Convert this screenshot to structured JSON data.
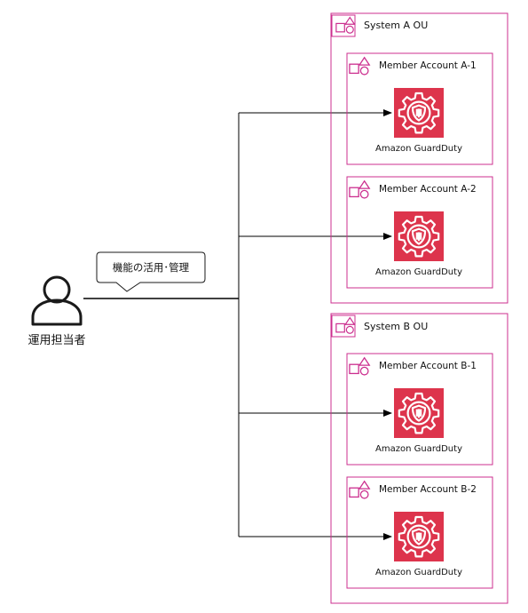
{
  "operator": {
    "label": "運用担当者",
    "icon": "user-icon"
  },
  "callout": {
    "text": "機能の活用･管理"
  },
  "colors": {
    "ou_border": "#cc2f8f",
    "service_fill": "#dd344c",
    "line": "#000000"
  },
  "organizational_units": [
    {
      "label": "System A OU",
      "icon": "ou-group-icon",
      "accounts": [
        {
          "label": "Member Account A-1",
          "icon": "account-icon",
          "service": {
            "label": "Amazon GuardDuty",
            "icon": "guardduty-shield-gear-icon"
          }
        },
        {
          "label": "Member Account A-2",
          "icon": "account-icon",
          "service": {
            "label": "Amazon GuardDuty",
            "icon": "guardduty-shield-gear-icon"
          }
        }
      ]
    },
    {
      "label": "System B OU",
      "icon": "ou-group-icon",
      "accounts": [
        {
          "label": "Member Account B-1",
          "icon": "account-icon",
          "service": {
            "label": "Amazon GuardDuty",
            "icon": "guardduty-shield-gear-icon"
          }
        },
        {
          "label": "Member Account B-2",
          "icon": "account-icon",
          "service": {
            "label": "Amazon GuardDuty",
            "icon": "guardduty-shield-gear-icon"
          }
        }
      ]
    }
  ]
}
